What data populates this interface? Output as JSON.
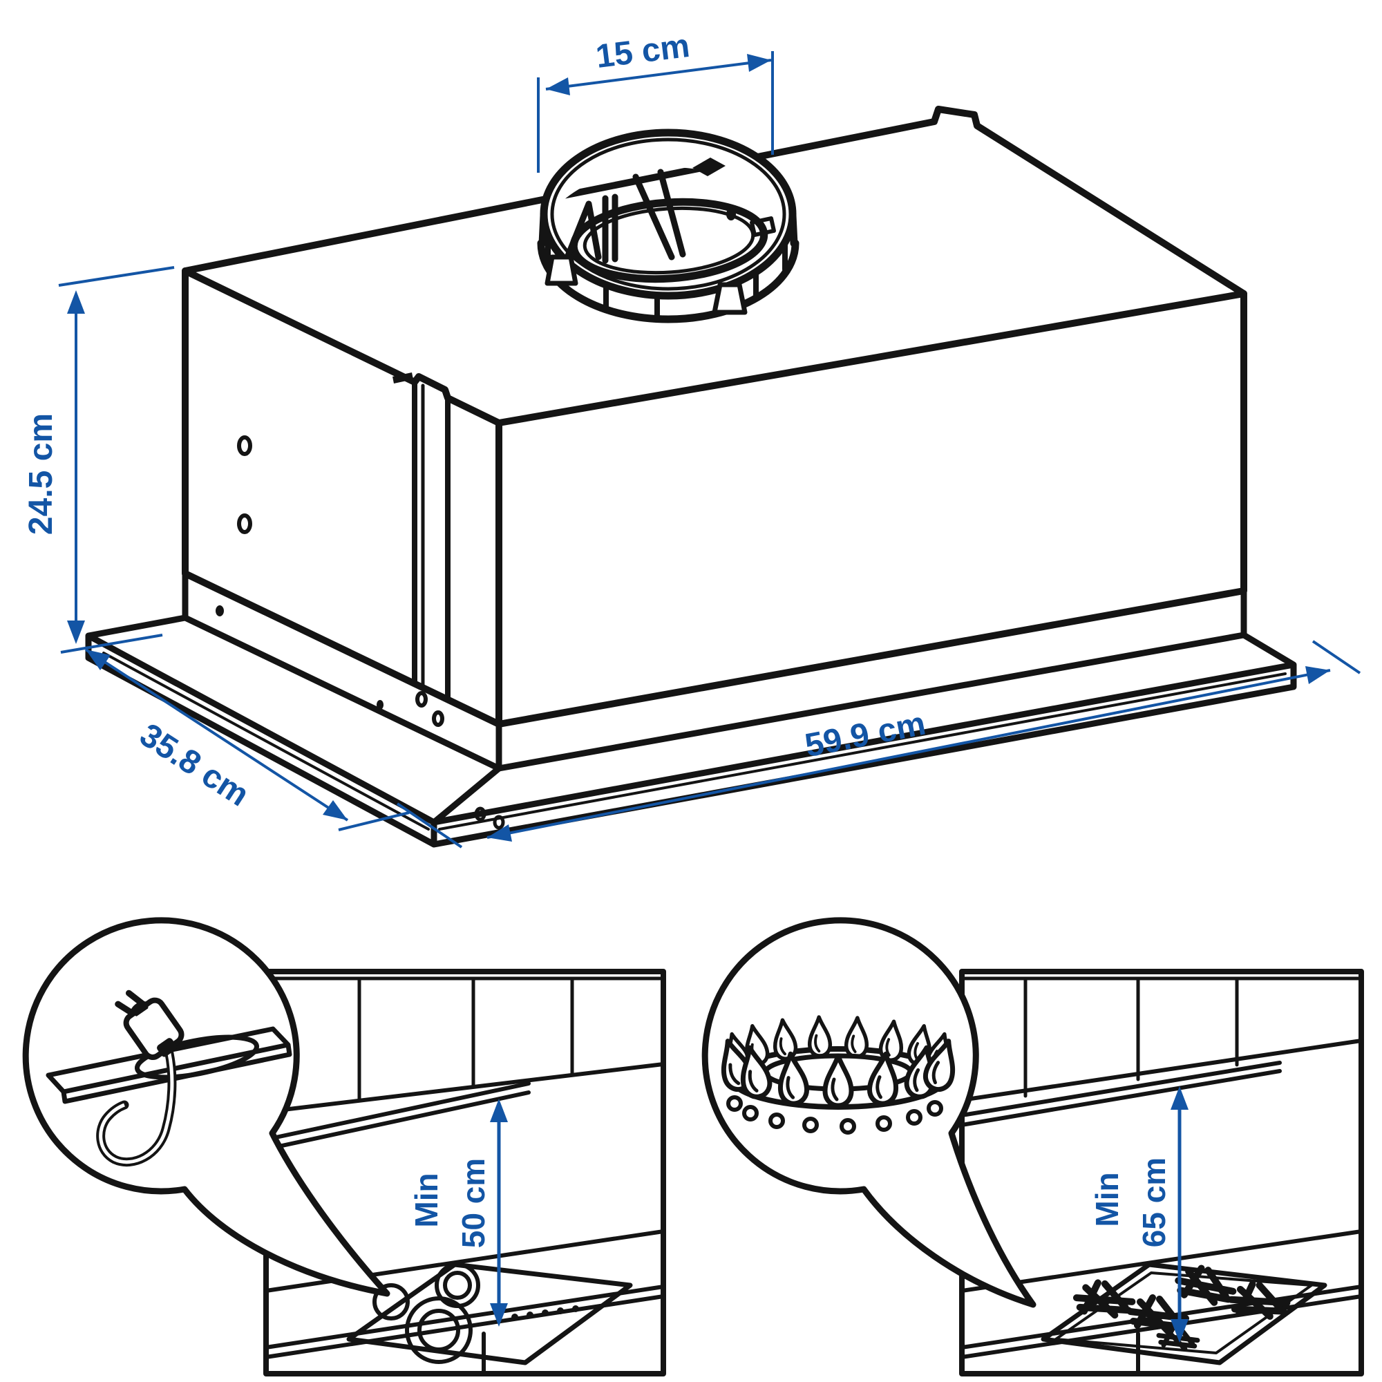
{
  "colors": {
    "dimension_blue": "#1355A5",
    "line_ink": "#141414",
    "background": "#FFFFFF"
  },
  "isometric_view": {
    "dimensions": {
      "duct_width": "15 cm",
      "body_height": "24.5 cm",
      "body_depth": "35.8 cm",
      "body_width": "59.9 cm"
    },
    "icons": [
      "duct-collar-icon",
      "hood-body-icon",
      "mounting-flange-icon"
    ]
  },
  "electric_hob_clearance": {
    "prefix": "Min",
    "value": "50 cm",
    "icons": [
      "power-plug-icon",
      "electric-cooktop-icon"
    ]
  },
  "gas_hob_clearance": {
    "prefix": "Min",
    "value": "65 cm",
    "icons": [
      "gas-flame-icon",
      "gas-cooktop-icon"
    ]
  }
}
